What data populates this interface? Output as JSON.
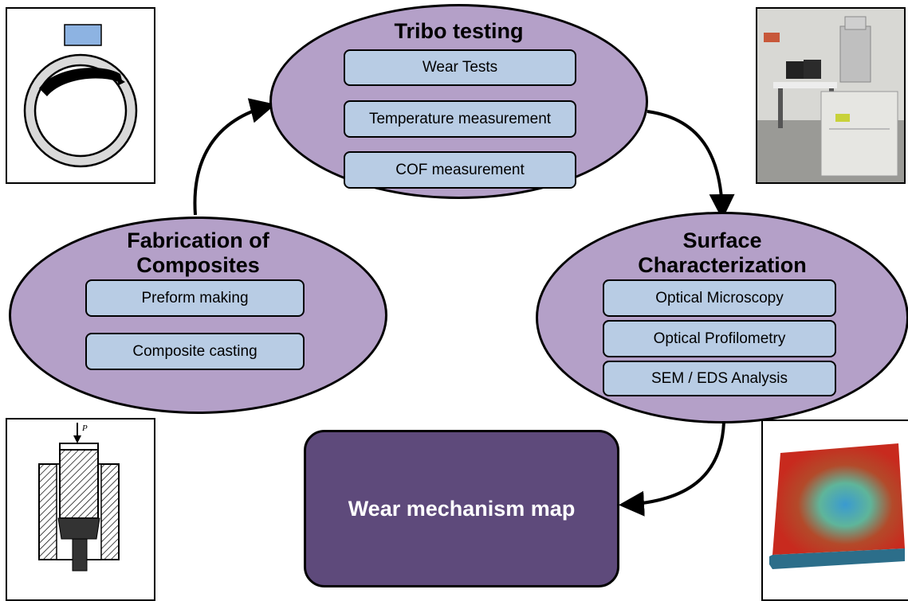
{
  "tribo": {
    "title": "Tribo testing",
    "items": [
      "Wear Tests",
      "Temperature measurement",
      "COF measurement"
    ]
  },
  "fabrication": {
    "title_line1": "Fabrication of",
    "title_line2": "Composites",
    "items": [
      "Preform making",
      "Composite casting"
    ]
  },
  "surface": {
    "title_line1": "Surface",
    "title_line2": "Characterization",
    "items": [
      "Optical Microscopy",
      "Optical Profilometry",
      "SEM / EDS Analysis"
    ]
  },
  "result": {
    "label": "Wear mechanism map"
  },
  "images": {
    "pin_on_disc": {
      "icon": "pin-on-disc-schematic"
    },
    "sem_instrument": {
      "icon": "sem-instrument-photo"
    },
    "casting_die": {
      "icon": "squeeze-casting-die-schematic",
      "force_label": "P"
    },
    "surface_profile": {
      "icon": "3d-surface-profile"
    }
  },
  "colors": {
    "ellipse_fill": "#b4a0c8",
    "box_fill": "#b8cce4",
    "result_fill": "#5e4a7b"
  }
}
